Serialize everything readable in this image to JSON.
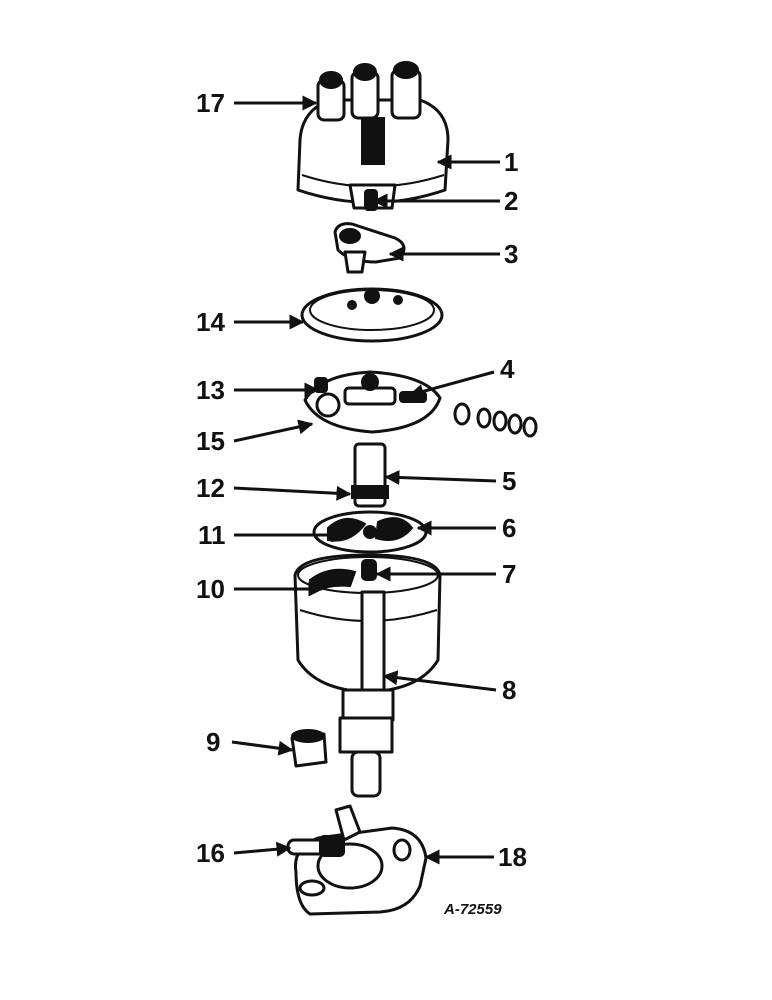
{
  "diagram": {
    "drawing_id": "A-72559",
    "colors": {
      "ink": "#111111",
      "paper": "#ffffff"
    },
    "callouts": [
      {
        "id": "c1",
        "label": "1"
      },
      {
        "id": "c2",
        "label": "2"
      },
      {
        "id": "c3",
        "label": "3"
      },
      {
        "id": "c4",
        "label": "4"
      },
      {
        "id": "c5",
        "label": "5"
      },
      {
        "id": "c6",
        "label": "6"
      },
      {
        "id": "c7",
        "label": "7"
      },
      {
        "id": "c8",
        "label": "8"
      },
      {
        "id": "c9",
        "label": "9"
      },
      {
        "id": "c10",
        "label": "10"
      },
      {
        "id": "c11",
        "label": "11"
      },
      {
        "id": "c12",
        "label": "12"
      },
      {
        "id": "c13",
        "label": "13"
      },
      {
        "id": "c14",
        "label": "14"
      },
      {
        "id": "c15",
        "label": "15"
      },
      {
        "id": "c16",
        "label": "16"
      },
      {
        "id": "c17",
        "label": "17"
      },
      {
        "id": "c18",
        "label": "18"
      }
    ]
  }
}
